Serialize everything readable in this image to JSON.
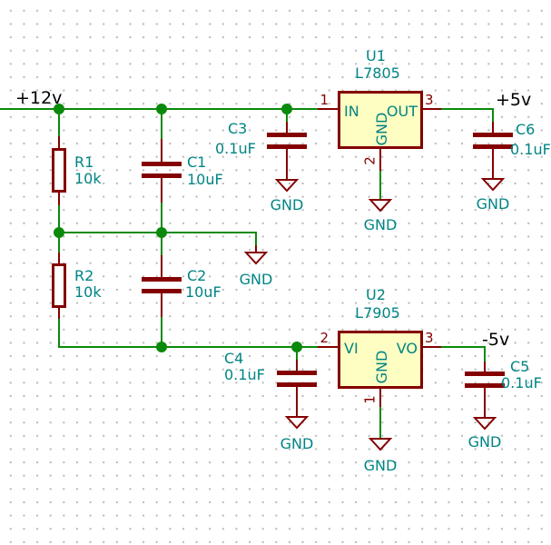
{
  "net_labels": {
    "vin": "+12v",
    "vpos": "+5v",
    "vneg": "-5v"
  },
  "gnd_label": "GND",
  "components": {
    "r1": {
      "ref": "R1",
      "value": "10k"
    },
    "r2": {
      "ref": "R2",
      "value": "10k"
    },
    "c1": {
      "ref": "C1",
      "value": "10uF"
    },
    "c2": {
      "ref": "C2",
      "value": "10uF"
    },
    "c3": {
      "ref": "C3",
      "value": "0.1uF"
    },
    "c4": {
      "ref": "C4",
      "value": "0.1uF"
    },
    "c5": {
      "ref": "C5",
      "value": "0.1uF"
    },
    "c6": {
      "ref": "C6",
      "value": "0.1uF"
    },
    "u1": {
      "ref": "U1",
      "value": "L7805",
      "pin_in_num": "1",
      "pin_in_name": "IN",
      "pin_out_num": "3",
      "pin_out_name": "OUT",
      "pin_gnd_num": "2",
      "pin_gnd_name": "GND"
    },
    "u2": {
      "ref": "U2",
      "value": "L7905",
      "pin_in_num": "2",
      "pin_in_name": "VI",
      "pin_out_num": "3",
      "pin_out_name": "VO",
      "pin_gnd_num": "1",
      "pin_gnd_name": "GND"
    }
  },
  "colors": {
    "wire": "#0a8a0a",
    "symbol_outline": "#840000",
    "symbol_fill": "#fffec2",
    "field_text": "#008484",
    "net_label_text": "#000000",
    "grid_dot": "#b9b9b9"
  }
}
